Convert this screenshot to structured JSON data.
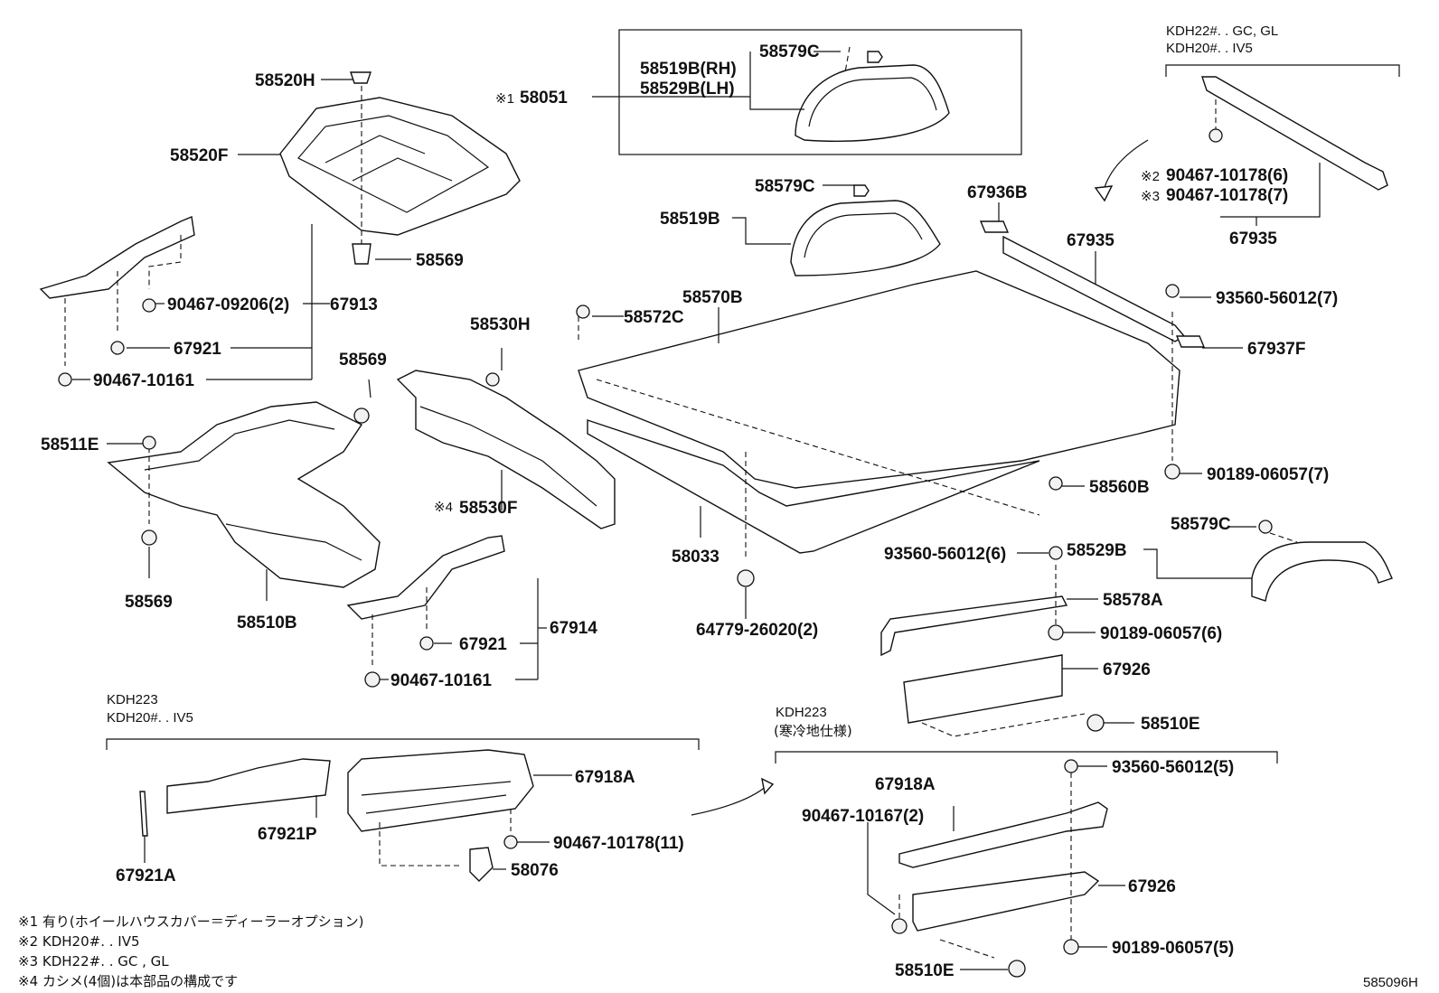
{
  "diagram_code": "585096H",
  "labels": {
    "p58520H": "58520H",
    "p58520F": "58520F",
    "p58569a": "58569",
    "p58051": "58051",
    "p58051_mark": "※1",
    "p58519B_RH": "58519B(RH)",
    "p58529B_LH": "58529B(LH)",
    "p58579C_a": "58579C",
    "p58579C_b": "58579C",
    "p58519B": "58519B",
    "p67936B": "67936B",
    "p67935_a": "67935",
    "p67935_b": "67935",
    "p90467_10178_6": "90467-10178(6)",
    "p90467_10178_7": "90467-10178(7)",
    "mark2": "※2",
    "mark3": "※3",
    "p93560_56012_7": "93560-56012(7)",
    "p67937F": "67937F",
    "p58570B": "58570B",
    "p58572C": "58572C",
    "p90467_09206_2": "90467-09206(2)",
    "p67913": "67913",
    "p67921_a": "67921",
    "p90467_10161_a": "90467-10161",
    "p58530H": "58530H",
    "p58569b": "58569",
    "p58511E": "58511E",
    "p58530F": "58530F",
    "mark4": "※4",
    "p58569c": "58569",
    "p58510B": "58510B",
    "p67921_b": "67921",
    "p67914": "67914",
    "p90467_10161_b": "90467-10161",
    "p58033": "58033",
    "p64779_26020_2": "64779-26020(2)",
    "p58560B": "58560B",
    "p90189_06057_7": "90189-06057(7)",
    "p93560_56012_6": "93560-56012(6)",
    "p58529B": "58529B",
    "p58579C_c": "58579C",
    "p58578A": "58578A",
    "p90189_06057_6": "90189-06057(6)",
    "p67926_a": "67926",
    "p58510E_a": "58510E",
    "p67918A_a": "67918A",
    "p90467_10178_11": "90467-10178(11)",
    "p67921P": "67921P",
    "p58076": "58076",
    "p67921A": "67921A",
    "p93560_56012_5": "93560-56012(5)",
    "p67918A_b": "67918A",
    "p90467_10167_2": "90467-10167(2)",
    "p67926_b": "67926",
    "p90189_06057_5": "90189-06057(5)",
    "p58510E_b": "58510E"
  },
  "groups": {
    "top_right_line1": "KDH22#. . GC, GL",
    "top_right_line2": "KDH20#. . IV5",
    "bottom_left_line1": "KDH223",
    "bottom_left_line2": "KDH20#. . IV5",
    "bottom_right_line1": "KDH223",
    "bottom_right_line2": "(寒冷地仕様)"
  },
  "notes": [
    "※1  有り(ホイールハウスカバー＝ディーラーオプション)",
    "※2  KDH20#. . IV5",
    "※3  KDH22#. . GC , GL",
    "※4  カシメ(4個)は本部品の構成です"
  ]
}
